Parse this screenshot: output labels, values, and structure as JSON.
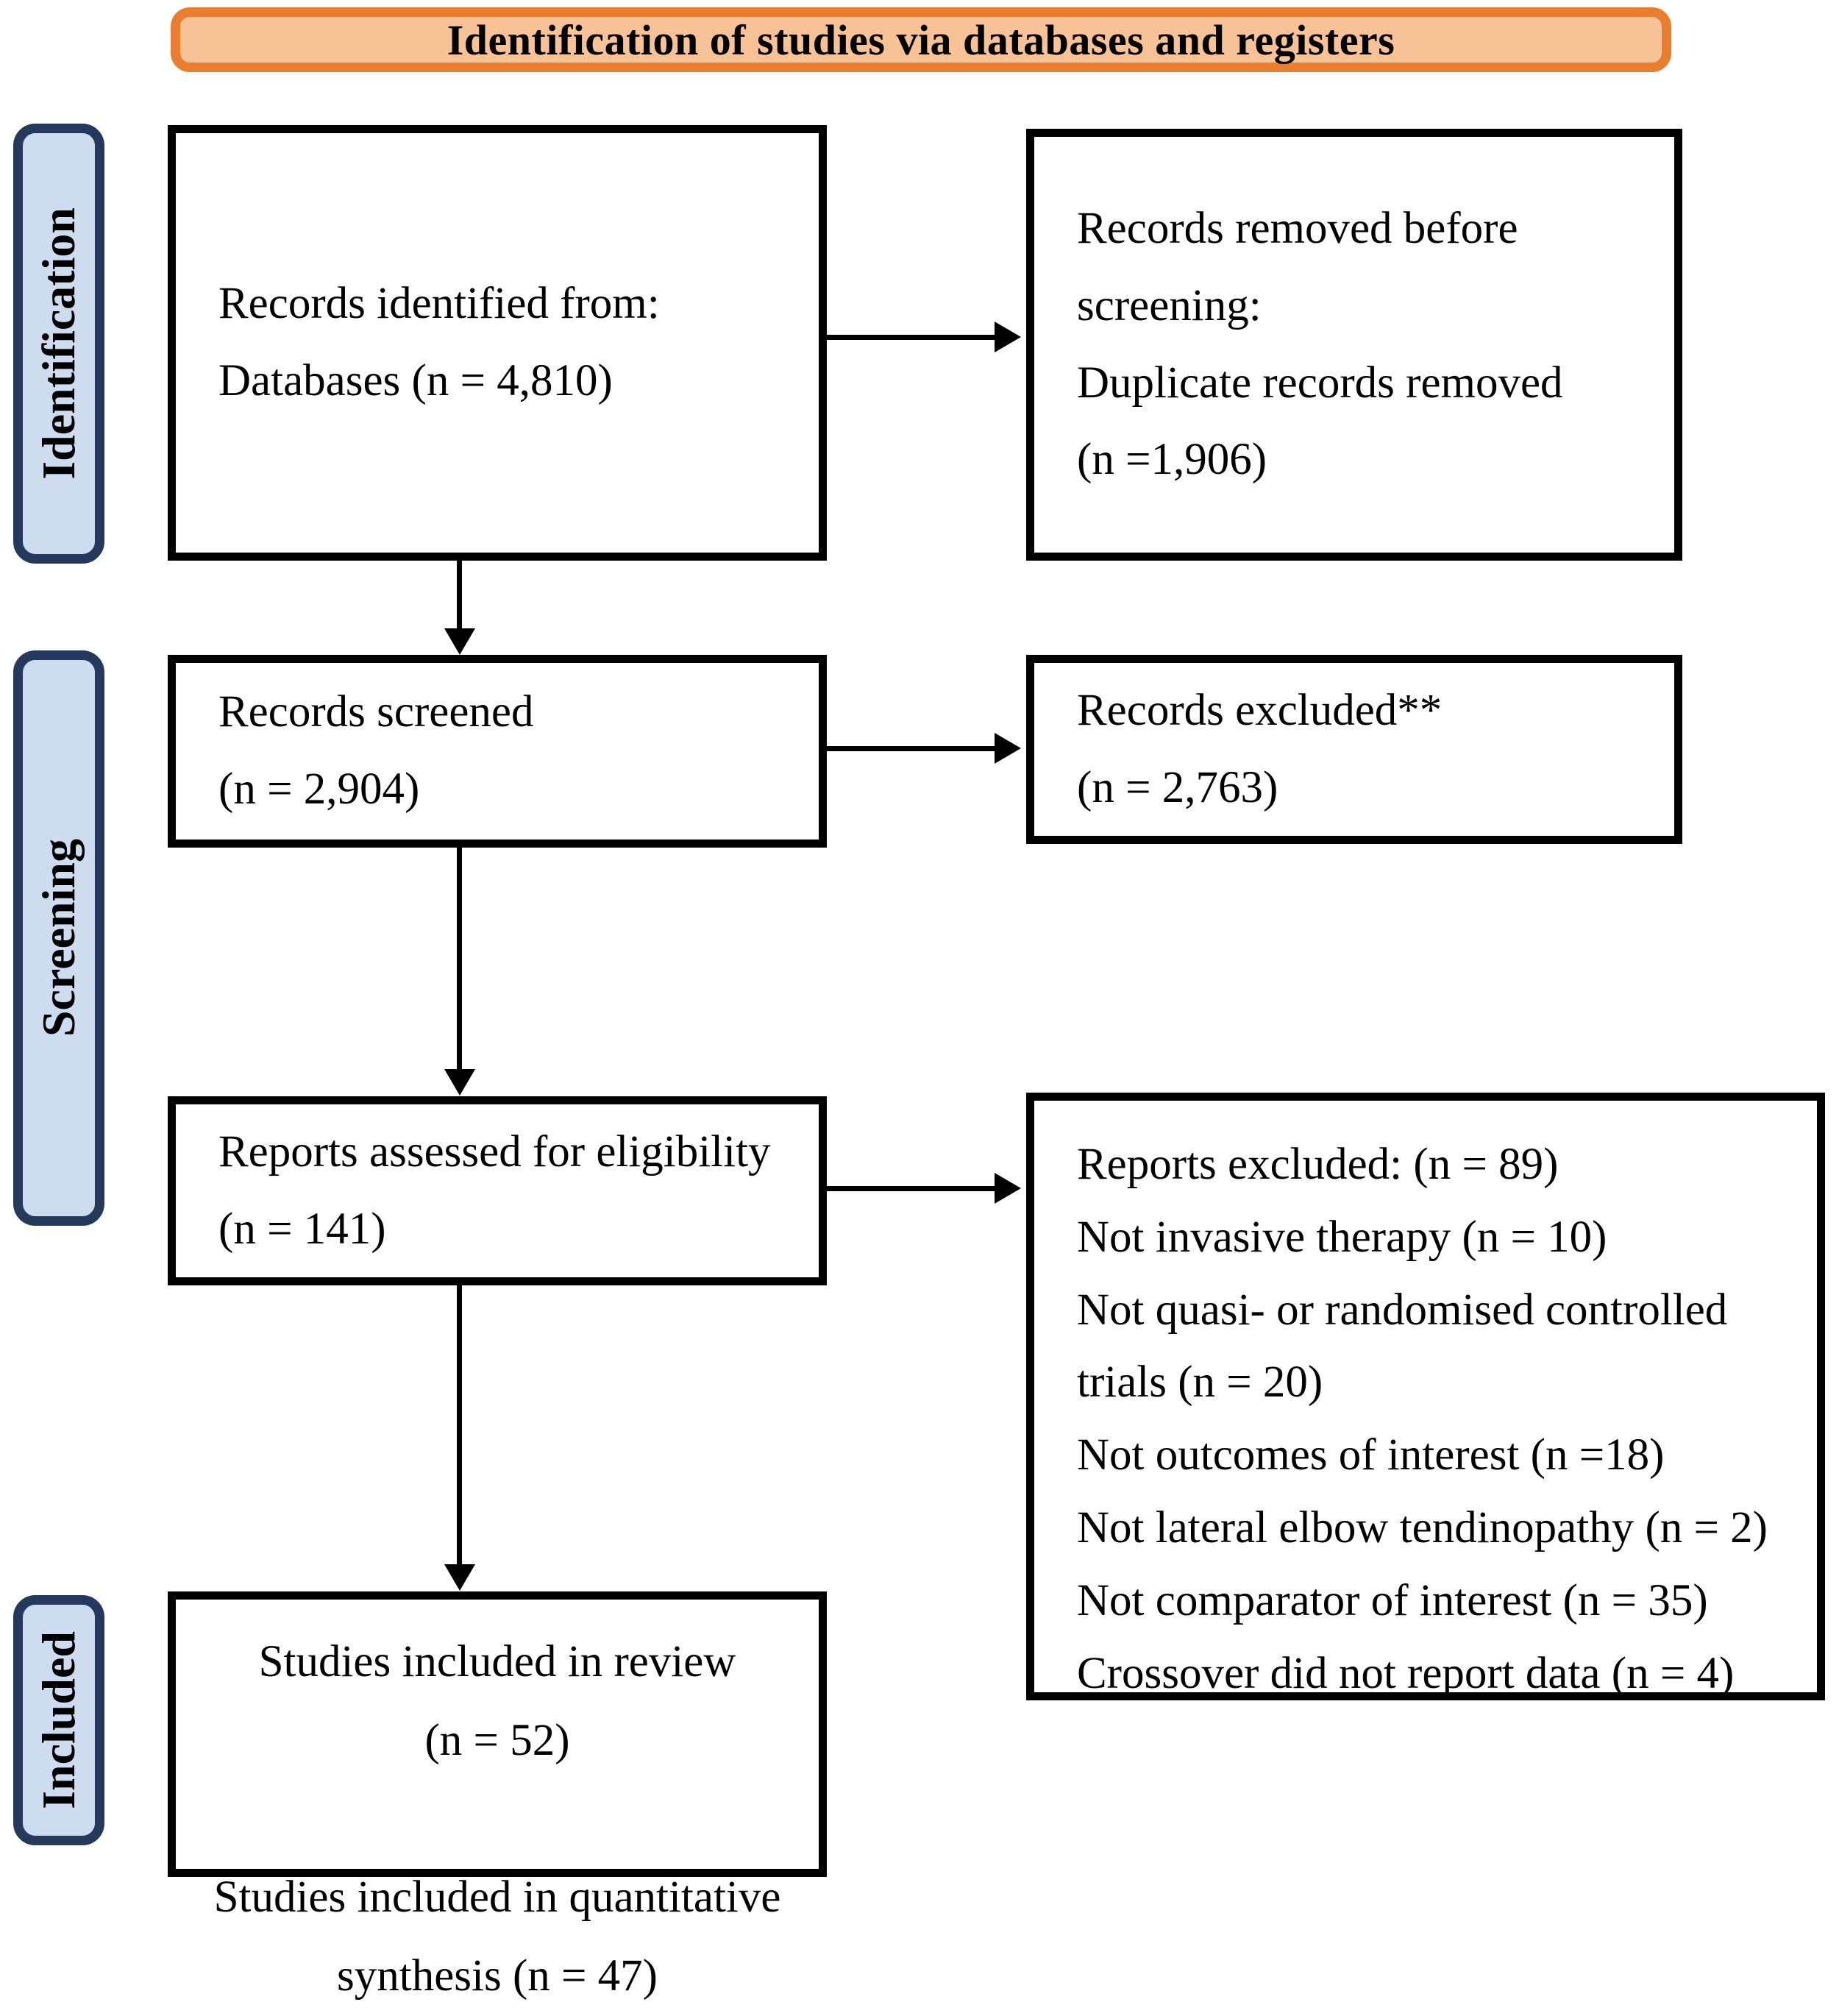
{
  "banner": {
    "title": "Identification of studies via databases and registers"
  },
  "stages": {
    "identification": "Identification",
    "screening": "Screening",
    "included": "Included"
  },
  "boxes": {
    "records_identified": "Records identified from:\nDatabases (n = 4,810)",
    "records_removed": "Records removed before\nscreening:\nDuplicate records removed\n(n =1,906)",
    "records_screened": "Records screened\n(n = 2,904)",
    "records_excluded": "Records excluded**\n(n = 2,763)",
    "reports_assessed": "Reports assessed for eligibility\n(n = 141)",
    "reports_excluded": "Reports excluded: (n = 89)\nNot invasive therapy (n = 10)\nNot quasi- or randomised controlled\ntrials (n = 20)\nNot outcomes of interest (n =18)\nNot lateral elbow tendinopathy (n = 2)\nNot comparator of interest (n = 35)\nCrossover did not report data (n = 4)",
    "studies_included": "Studies included in review\n(n = 52)\n\nStudies included in quantitative\nsynthesis (n = 47)"
  },
  "colors": {
    "banner_fill": "#F7C296",
    "banner_border": "#E87E2E",
    "stage_fill": "#CEDCF0",
    "stage_border": "#24395C",
    "box_border": "#000000",
    "arrow": "#000000"
  }
}
